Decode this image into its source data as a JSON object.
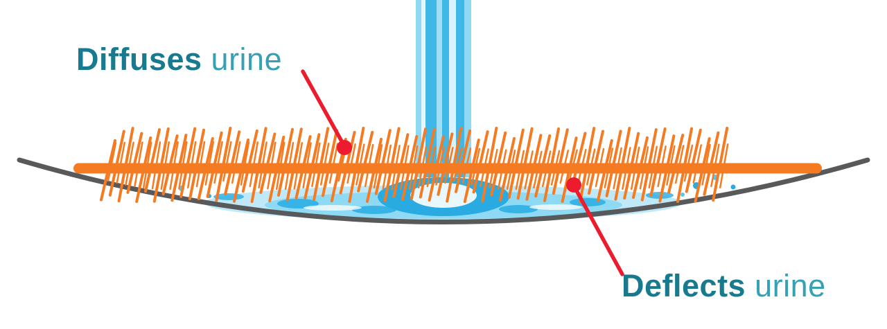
{
  "diagram": {
    "labels": {
      "diffuses": {
        "bold": "Diffuses",
        "normal": "urine"
      },
      "deflects": {
        "bold": "Deflects",
        "normal": "urine"
      }
    },
    "colors": {
      "background": "#ffffff",
      "teal_dark": "#187a8e",
      "teal_light": "#36a0b5",
      "orange": "#f47b21",
      "red": "#ec1c2e",
      "stream_blue": "#3fb8e8",
      "stream_light": "#a8e2f7",
      "splash_blue": "#29abe2",
      "splash_mid": "#8ed9f4",
      "splash_light": "#bfe9f8",
      "bowl_gray": "#58595b"
    }
  }
}
